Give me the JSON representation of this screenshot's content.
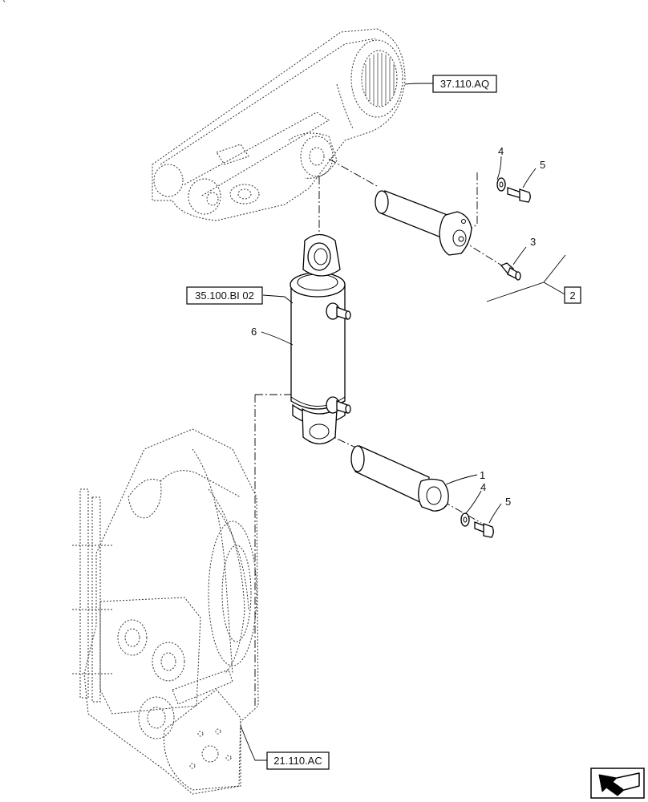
{
  "corner_mark": "`",
  "references": {
    "upper_arm": "37.110.AQ",
    "cylinder": "35.100.BI 02",
    "chassis": "21.110.AC",
    "kit": "2"
  },
  "callouts": {
    "pin": "1",
    "grease_fitting": "3",
    "washer_upper": "4",
    "bolt_upper": "5",
    "washer_lower": "4",
    "bolt_lower": "5",
    "cylinder": "6"
  },
  "icons": {
    "navigation": "arrow-back-icon"
  }
}
